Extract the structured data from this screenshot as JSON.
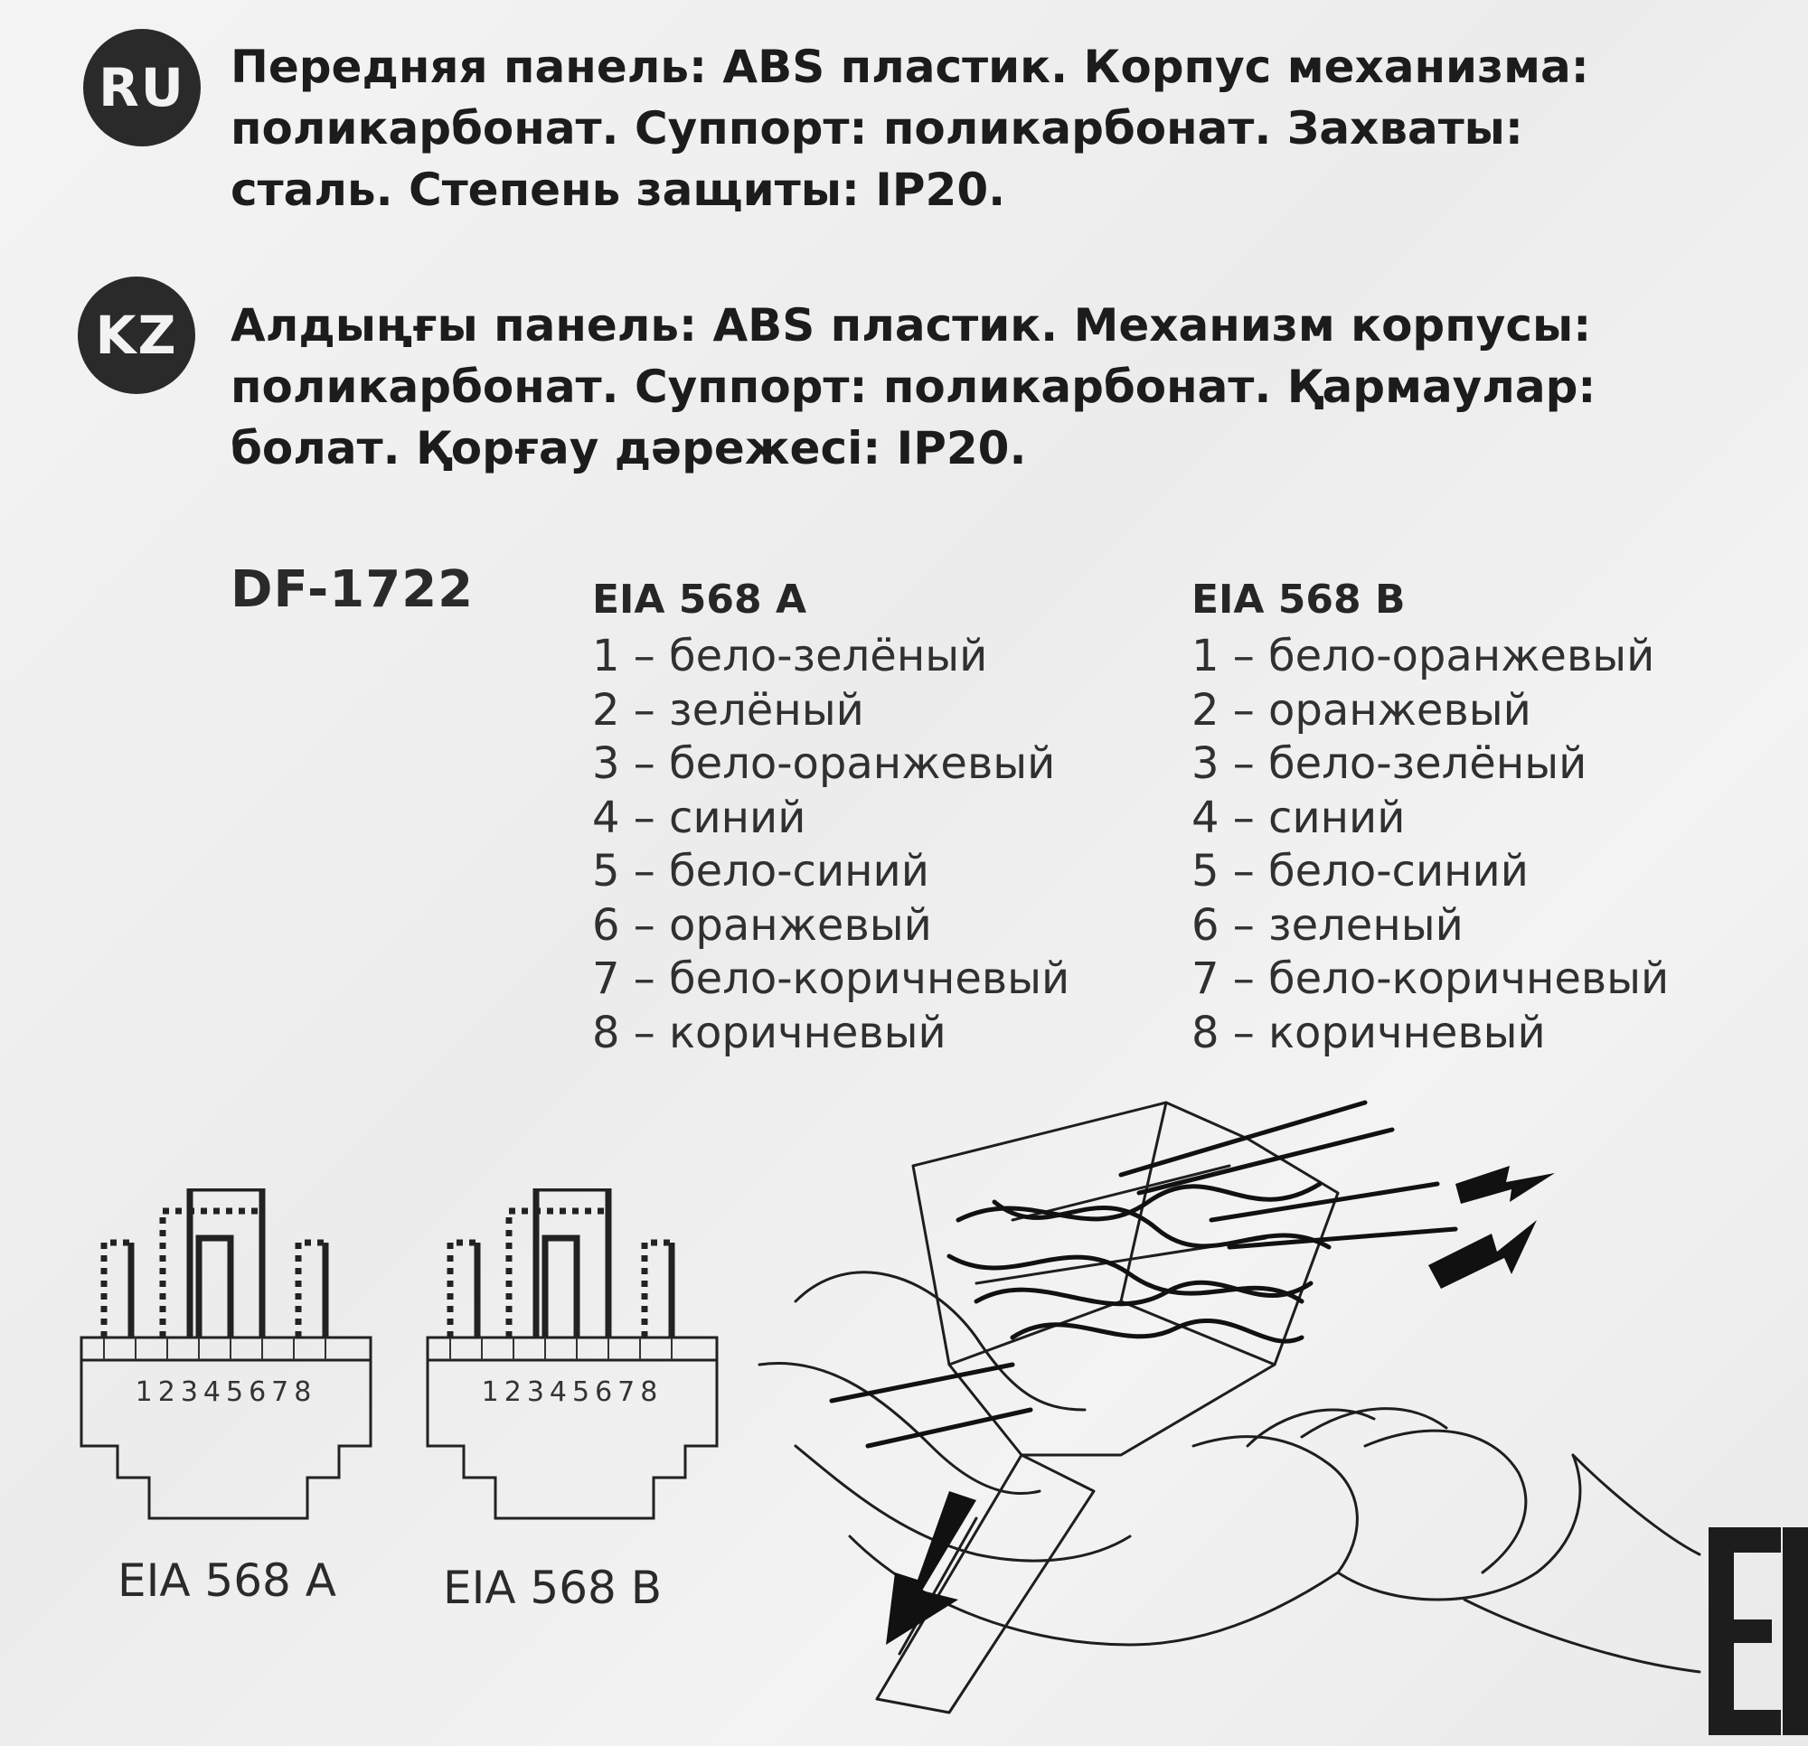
{
  "ru": {
    "badge": "RU",
    "lines": [
      "Передняя панель: ABS пластик. Корпус механизма:",
      "поликарбонат. Суппорт: поликарбонат. Захваты:",
      "сталь. Степень защиты: IP20."
    ]
  },
  "kz": {
    "badge": "KZ",
    "lines": [
      "Алдыңғы панель: ABS пластик. Механизм корпусы:",
      "поликарбонат. Суппорт: поликарбонат. Қармаулар:",
      "болат. Қорғау дәрежесі: IP20."
    ]
  },
  "model": "DF-1722",
  "standards": {
    "a": {
      "heading": "EIA 568 A",
      "pins": [
        "1 – бело-зелёный",
        "2 – зелёный",
        "3 – бело-оранжевый",
        "4 – синий",
        "5 – бело-синий",
        "6 – оранжевый",
        "7 – бело-коричневый",
        "8 – коричневый"
      ]
    },
    "b": {
      "heading": "EIA 568 B",
      "pins": [
        "1 – бело-оранжевый",
        "2 – оранжевый",
        "3 – бело-зелёный",
        "4 – синий",
        "5 – бело-синий",
        "6 – зеленый",
        "7 – бело-коричневый",
        "8 – коричневый"
      ]
    }
  },
  "jacks": {
    "a": {
      "caption": "EIA 568 A",
      "pin_numbers": "12345678"
    },
    "b": {
      "caption": "EIA 568 B",
      "pin_numbers": "12345678"
    }
  },
  "cert_mark": "EAC"
}
